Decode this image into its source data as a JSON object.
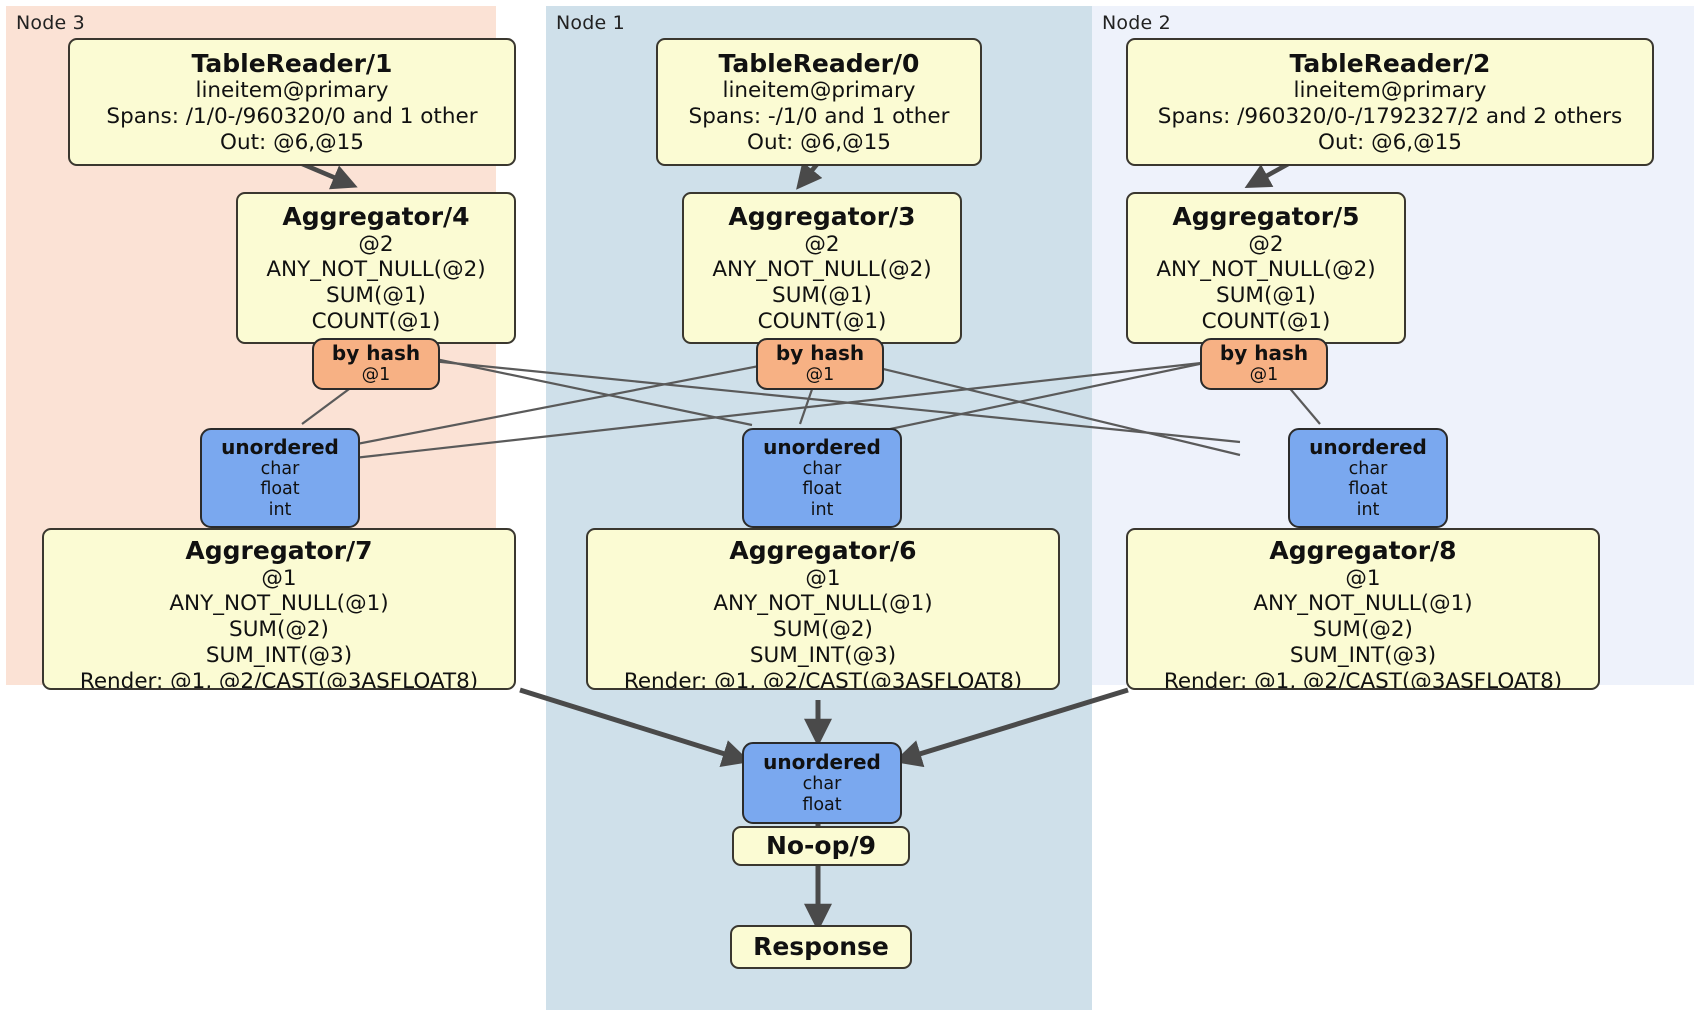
{
  "diagram": {
    "type": "distributed-query-plan",
    "title": "Distributed SQL execution plan",
    "colors": {
      "node3_panel": "#fbe2d5",
      "node1_panel": "#cfe0ea",
      "node2_panel": "#eef2fb",
      "processor_fill": "#fbfbd3",
      "processor_stroke": "#3a372f",
      "hash_router_fill": "#f7b184",
      "unordered_router_fill": "#7aa8ef",
      "edge": "#4a4a4a"
    }
  },
  "panels": [
    {
      "id": "node3",
      "label": "Node 3"
    },
    {
      "id": "node1",
      "label": "Node 1"
    },
    {
      "id": "node2",
      "label": "Node 2"
    }
  ],
  "processors": {
    "table_reader_1": {
      "title": "TableReader/1",
      "lines": [
        "lineitem@primary",
        "Spans: /1/0-/960320/0 and 1 other",
        "Out: @6,@15"
      ]
    },
    "table_reader_0": {
      "title": "TableReader/0",
      "lines": [
        "lineitem@primary",
        "Spans: -/1/0 and 1 other",
        "Out: @6,@15"
      ]
    },
    "table_reader_2": {
      "title": "TableReader/2",
      "lines": [
        "lineitem@primary",
        "Spans: /960320/0-/1792327/2 and 2 others",
        "Out: @6,@15"
      ]
    },
    "aggregator_4": {
      "title": "Aggregator/4",
      "lines": [
        "@2",
        "ANY_NOT_NULL(@2)",
        "SUM(@1)",
        "COUNT(@1)"
      ]
    },
    "aggregator_3": {
      "title": "Aggregator/3",
      "lines": [
        "@2",
        "ANY_NOT_NULL(@2)",
        "SUM(@1)",
        "COUNT(@1)"
      ]
    },
    "aggregator_5": {
      "title": "Aggregator/5",
      "lines": [
        "@2",
        "ANY_NOT_NULL(@2)",
        "SUM(@1)",
        "COUNT(@1)"
      ]
    },
    "aggregator_7": {
      "title": "Aggregator/7",
      "lines": [
        "@1",
        "ANY_NOT_NULL(@1)",
        "SUM(@2)",
        "SUM_INT(@3)",
        "Render: @1, @2/CAST(@3ASFLOAT8)"
      ]
    },
    "aggregator_6": {
      "title": "Aggregator/6",
      "lines": [
        "@1",
        "ANY_NOT_NULL(@1)",
        "SUM(@2)",
        "SUM_INT(@3)",
        "Render: @1, @2/CAST(@3ASFLOAT8)"
      ]
    },
    "aggregator_8": {
      "title": "Aggregator/8",
      "lines": [
        "@1",
        "ANY_NOT_NULL(@1)",
        "SUM(@2)",
        "SUM_INT(@3)",
        "Render: @1, @2/CAST(@3ASFLOAT8)"
      ]
    },
    "noop_9": {
      "title": "No-op/9",
      "lines": []
    },
    "response": {
      "title": "Response",
      "lines": []
    }
  },
  "routers": {
    "hash_left": {
      "title": "by hash",
      "lines": [
        "@1"
      ]
    },
    "hash_center": {
      "title": "by hash",
      "lines": [
        "@1"
      ]
    },
    "hash_right": {
      "title": "by hash",
      "lines": [
        "@1"
      ]
    },
    "unordered_left": {
      "title": "unordered",
      "lines": [
        "char",
        "float",
        "int"
      ]
    },
    "unordered_center": {
      "title": "unordered",
      "lines": [
        "char",
        "float",
        "int"
      ]
    },
    "unordered_right": {
      "title": "unordered",
      "lines": [
        "char",
        "float",
        "int"
      ]
    },
    "unordered_final": {
      "title": "unordered",
      "lines": [
        "char",
        "float"
      ]
    }
  }
}
